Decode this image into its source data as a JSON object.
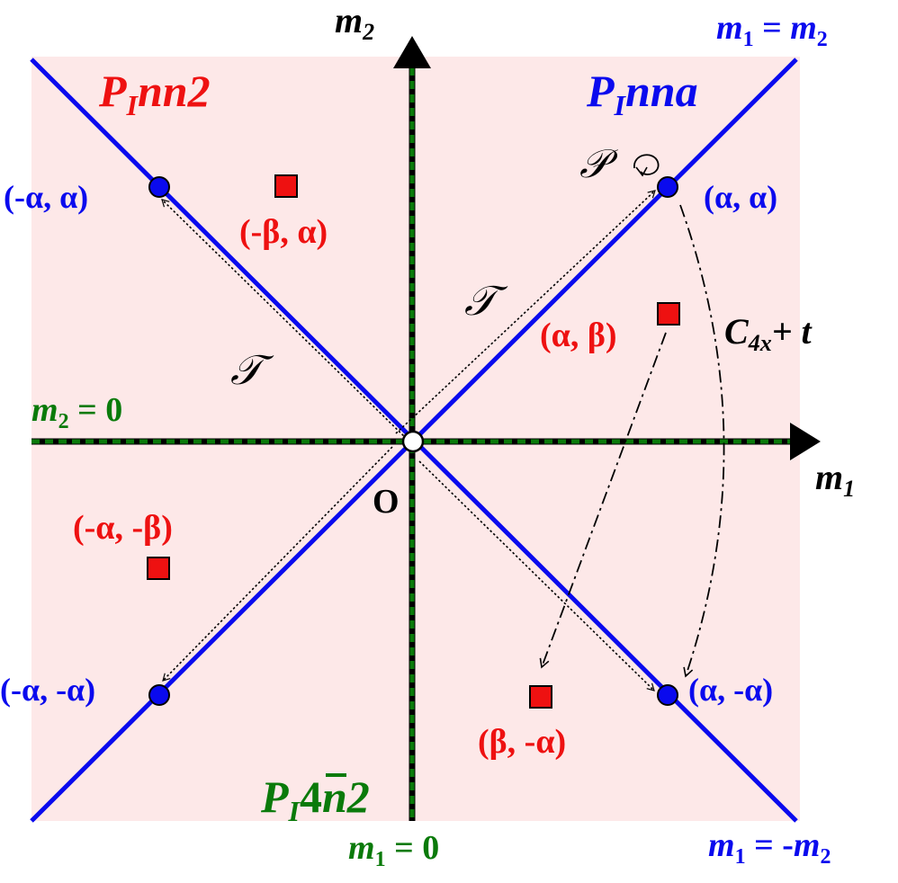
{
  "colors": {
    "background_tint": "#fde8e8",
    "blue": "#0a0aee",
    "red": "#ee1111",
    "green": "#0a7a0a",
    "black": "#000000"
  },
  "axes": {
    "x_label": "m",
    "x_sub": "1",
    "y_label": "m",
    "y_sub": "2",
    "origin_label": "O"
  },
  "line_labels": {
    "diag_pos": {
      "a": "m",
      "a_sub": "1",
      "eq": " = ",
      "b": "m",
      "b_sub": "2"
    },
    "diag_neg": {
      "a": "m",
      "a_sub": "1",
      "eq": " = -",
      "b": "m",
      "b_sub": "2"
    },
    "horizontal": {
      "a": "m",
      "a_sub": "2",
      "eq": " = 0"
    },
    "vertical": {
      "a": "m",
      "a_sub": "1",
      "eq": " = 0"
    }
  },
  "space_groups": {
    "pinna": {
      "p": "P",
      "sub": "I",
      "rest": "nna"
    },
    "pinn2": {
      "p": "P",
      "sub": "I",
      "rest": "nn2"
    },
    "pi4n2": {
      "p": "P",
      "sub": "I",
      "four": "4",
      "rest": "n2"
    }
  },
  "blue_points": [
    {
      "id": "a-a",
      "label": "(α, α)"
    },
    {
      "id": "-a-a",
      "label": "(-α, α)"
    },
    {
      "id": "-a--a",
      "label": "(-α, -α)"
    },
    {
      "id": "a--a",
      "label": "(α, -α)"
    }
  ],
  "red_points": [
    {
      "id": "-b-a",
      "label": "(-β, α)"
    },
    {
      "id": "a-b",
      "label": "(α, β)"
    },
    {
      "id": "-a--b",
      "label": "(-α, -β)"
    },
    {
      "id": "b--a",
      "label": "(β, -α)"
    }
  ],
  "operations": {
    "inversion": "𝒫",
    "translation": "𝒯",
    "rotation": {
      "c": "C",
      "sub": "4x",
      "rest": "+ t"
    }
  }
}
